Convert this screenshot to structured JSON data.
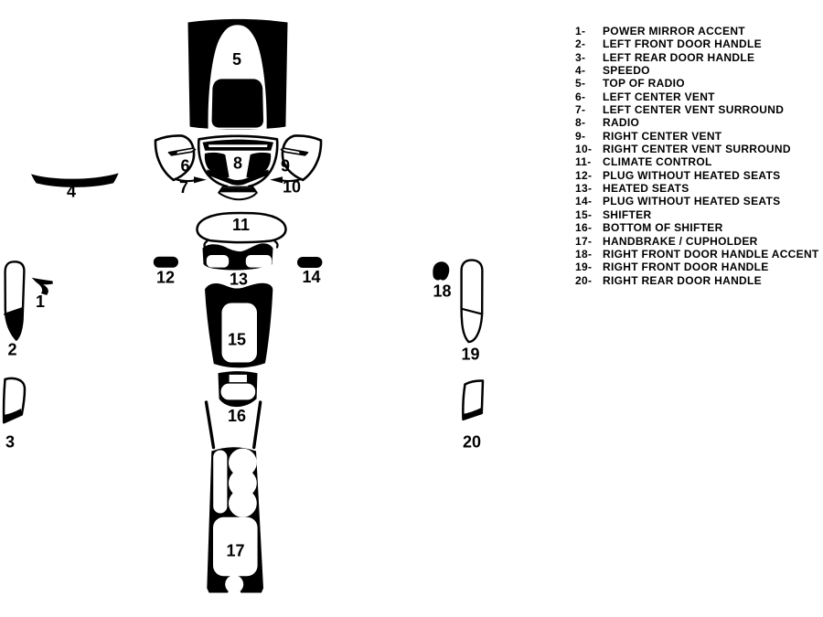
{
  "legend": {
    "items": [
      {
        "num": "1-",
        "label": "POWER MIRROR ACCENT"
      },
      {
        "num": "2-",
        "label": "LEFT FRONT DOOR HANDLE"
      },
      {
        "num": "3-",
        "label": "LEFT REAR DOOR HANDLE"
      },
      {
        "num": "4-",
        "label": "SPEEDO"
      },
      {
        "num": "5-",
        "label": "TOP OF RADIO"
      },
      {
        "num": "6-",
        "label": "LEFT CENTER VENT"
      },
      {
        "num": "7-",
        "label": "LEFT CENTER VENT SURROUND"
      },
      {
        "num": "8-",
        "label": "RADIO"
      },
      {
        "num": "9-",
        "label": "RIGHT CENTER VENT"
      },
      {
        "num": "10-",
        "label": "RIGHT CENTER VENT SURROUND"
      },
      {
        "num": "11-",
        "label": "CLIMATE CONTROL"
      },
      {
        "num": "12-",
        "label": "PLUG WITHOUT HEATED SEATS"
      },
      {
        "num": "13-",
        "label": "HEATED SEATS"
      },
      {
        "num": "14-",
        "label": "PLUG WITHOUT HEATED SEATS"
      },
      {
        "num": "15-",
        "label": "SHIFTER"
      },
      {
        "num": "16-",
        "label": "BOTTOM OF SHIFTER"
      },
      {
        "num": "17-",
        "label": "HANDBRAKE / CUPHOLDER"
      },
      {
        "num": "18-",
        "label": "RIGHT FRONT DOOR HANDLE ACCENT"
      },
      {
        "num": "19-",
        "label": "RIGHT FRONT DOOR HANDLE"
      },
      {
        "num": "20-",
        "label": "RIGHT REAR DOOR HANDLE"
      }
    ]
  },
  "diagram": {
    "part_numbers": {
      "n1": "1",
      "n2": "2",
      "n3": "3",
      "n4": "4",
      "n5": "5",
      "n6": "6",
      "n7": "7",
      "n8": "8",
      "n9": "9",
      "n10": "10",
      "n11": "11",
      "n12": "12",
      "n13": "13",
      "n14": "14",
      "n15": "15",
      "n16": "16",
      "n17": "17",
      "n18": "18",
      "n19": "19",
      "n20": "20"
    }
  },
  "colors": {
    "ink": "#000000",
    "paper": "#ffffff"
  }
}
